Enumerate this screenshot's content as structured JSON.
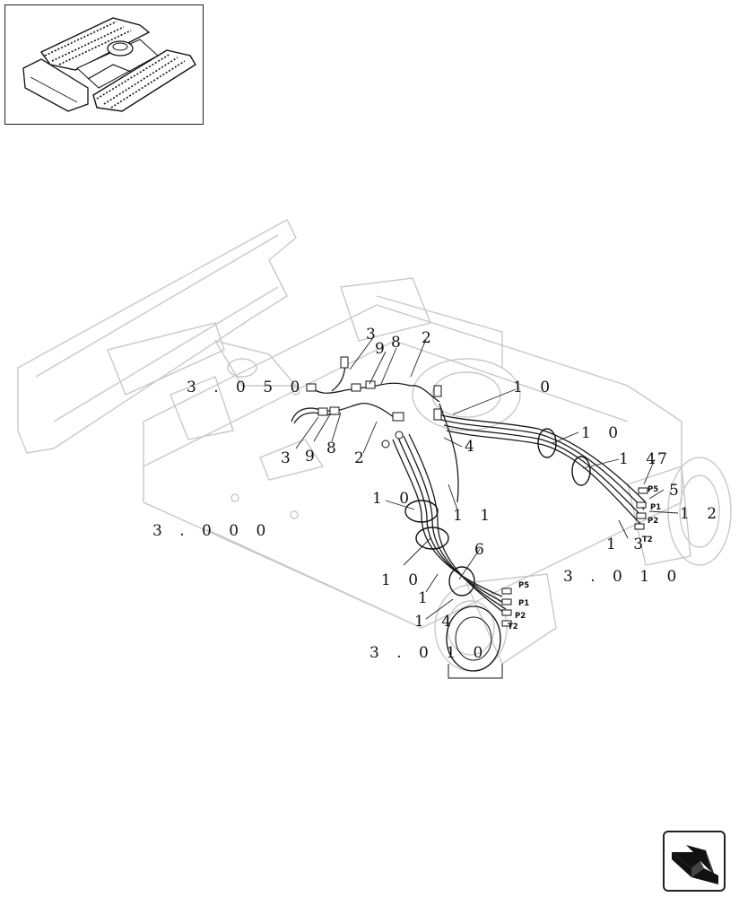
{
  "ref_labels": {
    "r050": "3 . 0 5 0",
    "r000": "3 . 0 0 0",
    "r010a": "3 . 0 1 0",
    "r010b": "3 . 0 1 0"
  },
  "callouts": {
    "c3a": "3",
    "c9a": "9",
    "c8a": "8",
    "c2a": "2",
    "c3b": "3",
    "c9b": "9",
    "c8b": "8",
    "c2b": "2",
    "c10a": "1 0",
    "c10b": "1 0",
    "c10c": "1 0",
    "c10d": "1 0",
    "c4": "4",
    "c11": "1 1",
    "c14a": "1 4",
    "c14b": "1 4",
    "c7": "7",
    "c5": "5",
    "c12": "1 2",
    "c13": "1 3",
    "c6": "6",
    "c1": "1"
  },
  "ports": {
    "p5a": "P5",
    "p1a": "P1",
    "p2a": "P2",
    "t2a": "T2",
    "p5b": "P5",
    "p1b": "P1",
    "p2b": "P2",
    "t2b": "T2"
  },
  "icons": {
    "inset": "undercarriage-thumbnail-icon",
    "nav": "next-page-arrow-icon"
  }
}
